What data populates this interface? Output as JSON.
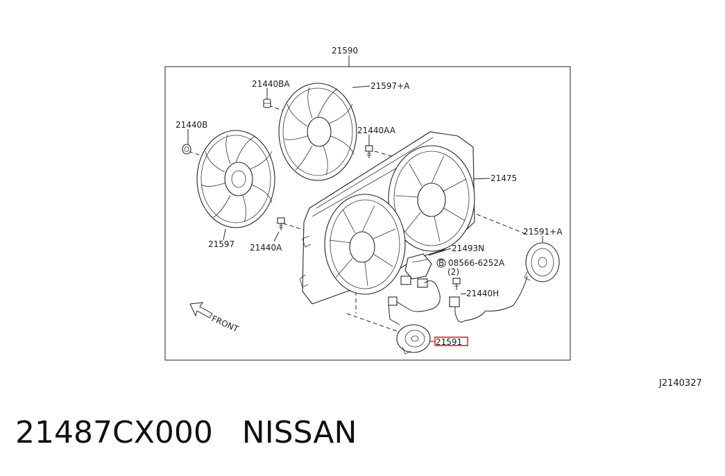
{
  "diagram": {
    "labels": {
      "assembly": "21590",
      "clip_ba": "21440BA",
      "fan_blade_a": "21597+A",
      "clip_b": "21440B",
      "clip_aa": "21440AA",
      "shroud": "21475",
      "fan_blade": "21597",
      "clip_a": "21440A",
      "motor_a": "21591+A",
      "harness": "21493N",
      "bolt": "08566-6252A",
      "bolt_qty": "(2)",
      "clip_h": "21440H",
      "motor_highlighted": "21591"
    },
    "bolt_marker": "B",
    "direction_label": "FRONT",
    "drawing_code": "J2140327",
    "highlight_color": "#e8202a"
  },
  "caption": {
    "part_number": "21487CX000",
    "brand": "NISSAN",
    "text": "21487CX000   NISSAN"
  }
}
